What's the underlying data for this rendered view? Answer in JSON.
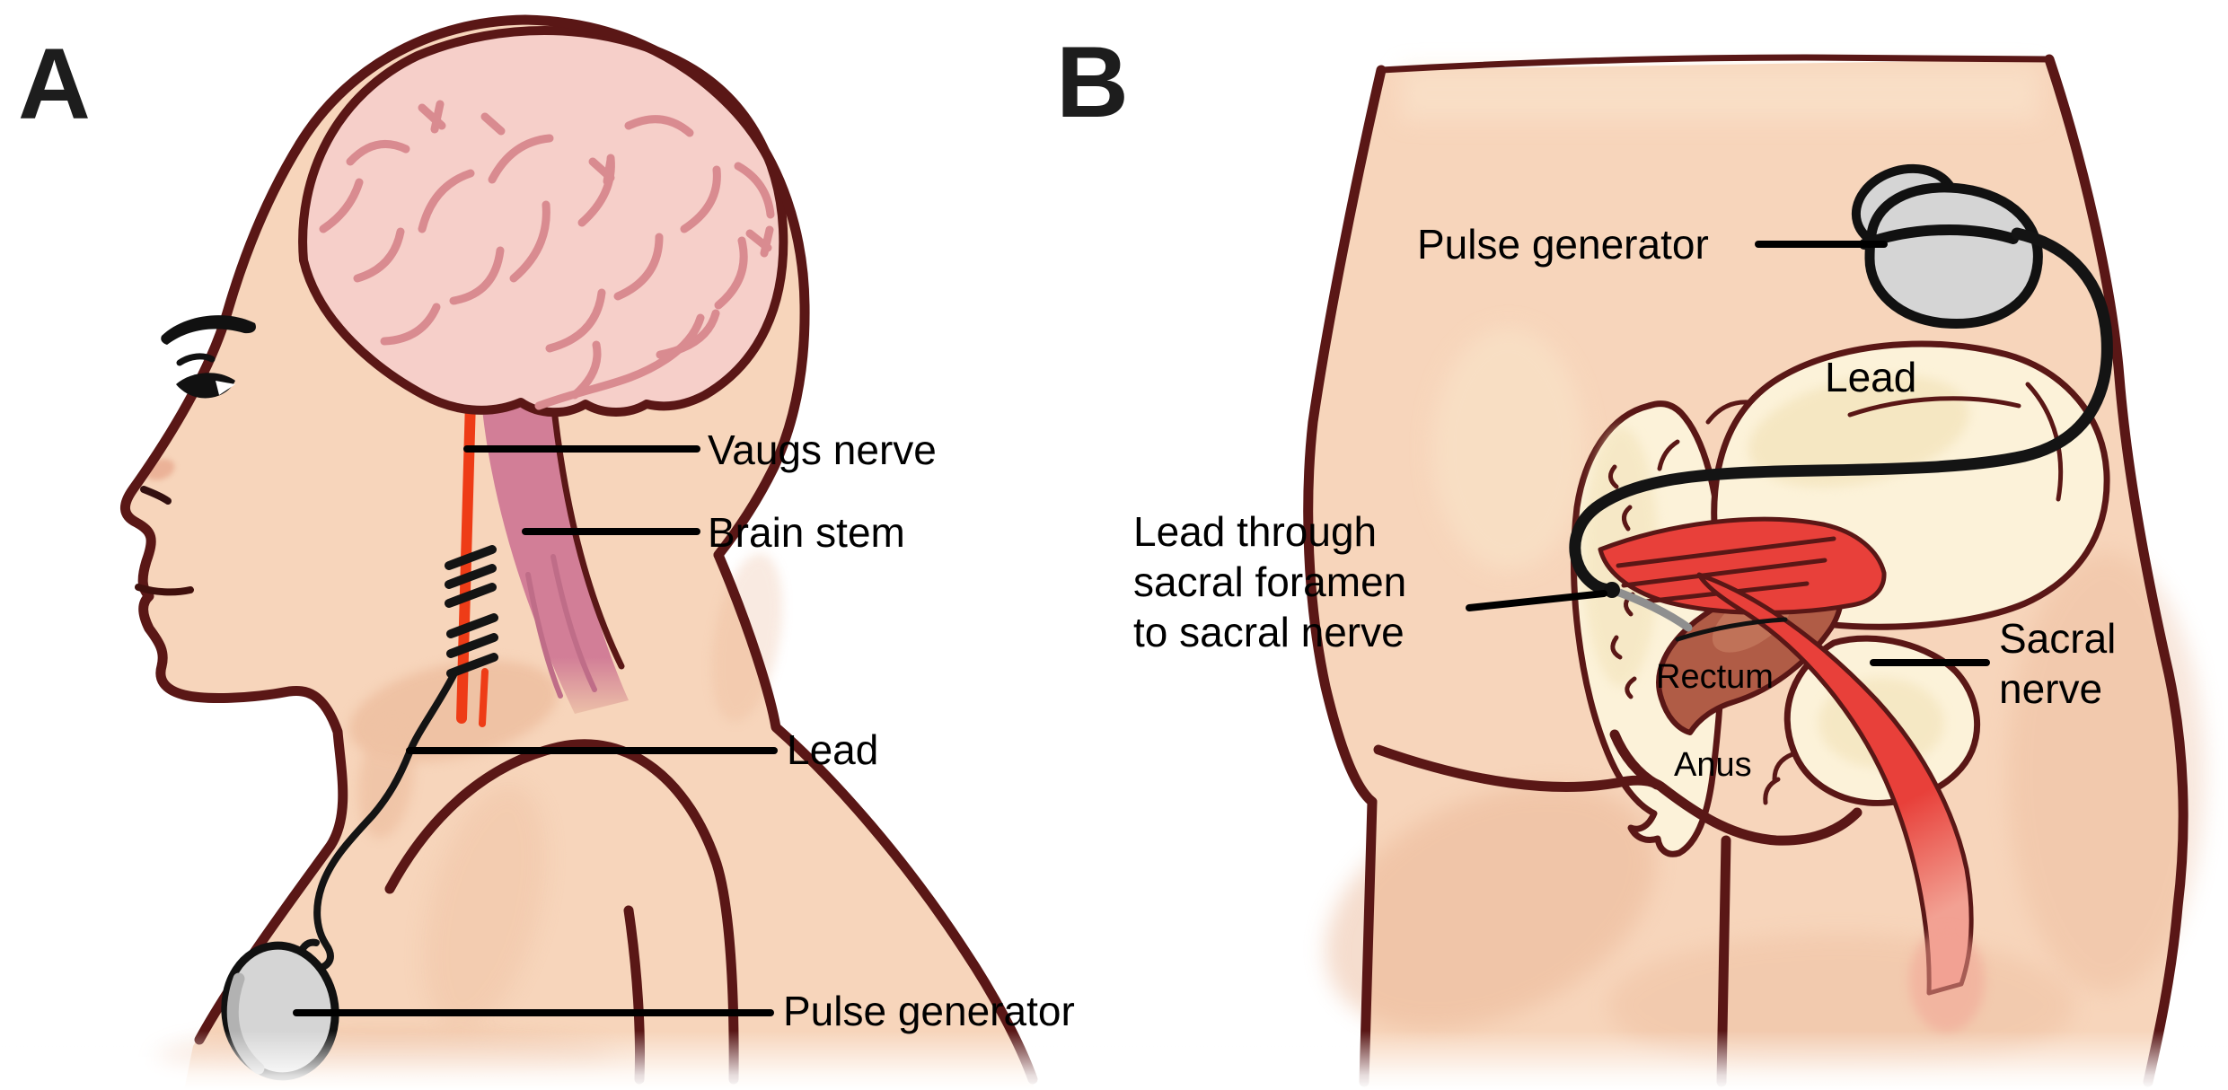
{
  "panelA": {
    "letter": "A",
    "labels": {
      "vagus": "Vaugs nerve",
      "brainstem": "Brain stem",
      "lead": "Lead",
      "pulse": "Pulse generator"
    }
  },
  "panelB": {
    "letter": "B",
    "labels": {
      "pulse": "Pulse generator",
      "lead": "Lead",
      "foramen_line1": "Lead through",
      "foramen_line2": "sacral foramen",
      "foramen_line3": "to sacral nerve",
      "rectum": "Rectum",
      "anus": "Anus",
      "sacral_line1": "Sacral",
      "sacral_line2": "nerve"
    }
  },
  "colors": {
    "skin": "#f7d5bb",
    "skin-shade": "#e9b392",
    "outline": "#5a1716",
    "brain": "#f6cfc9",
    "gyri": "#d98b90",
    "brainstem": "#d27e97",
    "stem-inner": "#bf6d88",
    "vagus": "#ee3c17",
    "lead": "#141414",
    "device": "#d5d5d5",
    "device-shade": "#b2b2b2",
    "bone": "#fcf2d9",
    "bone-shade": "#f0debl",
    "bone-tint": "#f1e0b4",
    "nerve": "#e8403a",
    "nerve-fade": "#f2a193",
    "rectum": "#b05c46",
    "rectum-light": "#c67a5f",
    "gray-tip": "#8f8f8f",
    "label": "#000000",
    "letter": "#1d1d1d"
  }
}
